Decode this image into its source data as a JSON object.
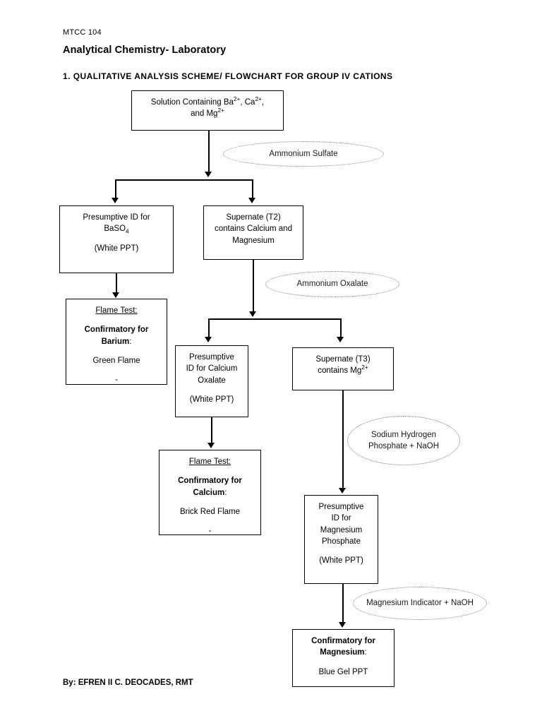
{
  "document": {
    "course_code": "MTCC 104",
    "course_title": "Analytical Chemistry- Laboratory",
    "section_heading": "1. QUALITATIVE ANALYSIS SCHEME/ FLOWCHART FOR GROUP IV CATIONS",
    "credit_label": "By:",
    "credit_name": "EFREN II C. DEOCADES, RMT"
  },
  "flowchart": {
    "start_box": {
      "line1_a": "Solution Containing Ba",
      "line1_sup1": "2+",
      "line1_b": ", Ca",
      "line1_sup2": "2+",
      "line1_c": ",",
      "line2_a": "and Mg",
      "line2_sup": "2+"
    },
    "reagent_1": "Ammonium Sulfate",
    "baso4_box": {
      "line1": "Presumptive ID for",
      "line2_a": "BaSO",
      "line2_sub": "4",
      "line3": "(White PPT)"
    },
    "supernate_t2_box": {
      "line1": "Supernate (T2)",
      "line2": "contains Calcium and",
      "line3": "Magnesium"
    },
    "barium_flame_box": {
      "line1": "Flame Test:",
      "line2": "Confirmatory for",
      "line3_bold": "Barium",
      "line3_rest": ":",
      "line4": "Green Flame",
      "line5": "-"
    },
    "reagent_2": "Ammonium Oxalate",
    "calcium_oxalate_box": {
      "line1": "Presumptive",
      "line2": "ID for Calcium",
      "line3": "Oxalate",
      "line4": "(White PPT)"
    },
    "supernate_t3_box": {
      "line1": "Supernate (T3)",
      "line2_a": "contains Mg",
      "line2_sup": "2+"
    },
    "calcium_flame_box": {
      "line1": "Flame Test:",
      "line2": "Confirmatory for",
      "line3_bold": "Calcium",
      "line3_rest": ":",
      "line4": "Brick Red Flame",
      "line5": "-"
    },
    "reagent_3_line1": "Sodium Hydrogen",
    "reagent_3_line2": "Phosphate +",
    "reagent_3_line3": "NaOH",
    "mg_phosphate_box": {
      "line1": "Presumptive",
      "line2": "ID for",
      "line3": "Magnesium",
      "line4": "Phosphate",
      "line5": "(White PPT)"
    },
    "reagent_4_line1": "Magnesium Indicator +",
    "reagent_4_line2": "NaOH",
    "magnesium_confirm_box": {
      "line1": "Confirmatory for",
      "line2_bold": "Magnesium",
      "line2_rest": ":",
      "line3": "Blue Gel PPT"
    }
  },
  "colors": {
    "stroke": "#000000",
    "reagent_stroke": "#777777",
    "background": "#ffffff"
  }
}
